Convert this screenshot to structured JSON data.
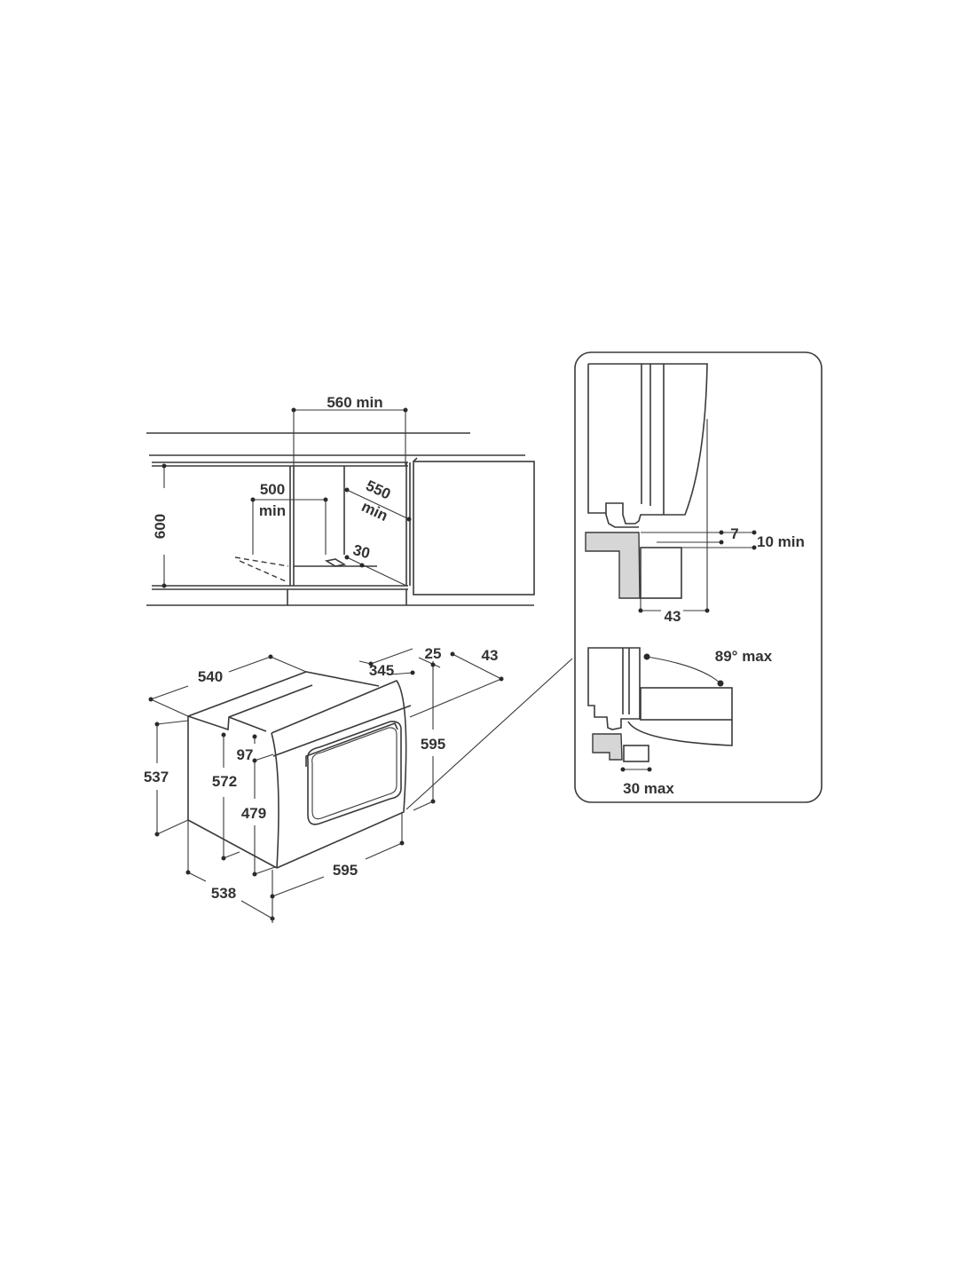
{
  "installation_cabinet": {
    "width_niche": "560 min",
    "height_niche": "600",
    "depth_opening": "500",
    "depth_opening_unit": "min",
    "diagonal": "550",
    "diagonal_unit": "min",
    "rear_gap": "30"
  },
  "oven_dimensions": {
    "depth_top": "540",
    "top_strip": "345",
    "door_offset": "25",
    "door_depth": "43",
    "front_height": "595",
    "side_height": "537",
    "body_height": "572",
    "panel_height": "97",
    "door_height": "479",
    "body_depth": "538",
    "front_width": "595"
  },
  "detail_panel": {
    "gap_small": "7",
    "gap_min": "10 min",
    "door_depth": "43",
    "angle": "89° max",
    "clearance": "30 max"
  }
}
